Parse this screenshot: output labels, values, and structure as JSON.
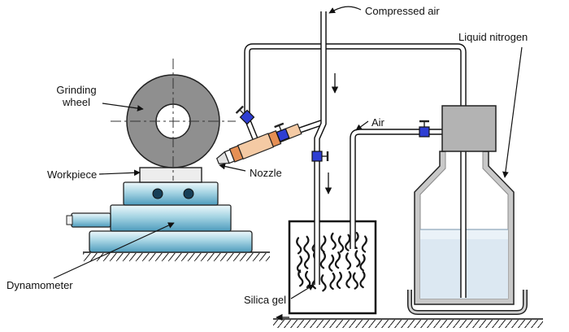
{
  "labels": {
    "compressed_air": "Compressed air",
    "liquid_nitrogen": "Liquid nitrogen",
    "grinding_wheel": {
      "line1": "Grinding",
      "line2": "wheel"
    },
    "workpiece": "Workpiece",
    "nozzle": "Nozzle",
    "dynamometer": "Dynamometer",
    "air": "Air",
    "silica_gel": "Silica gel"
  },
  "colors": {
    "grinding_wheel": "#8f8f8f",
    "nozzle_body": "#f4caa4",
    "nozzle_band": "#e58f54",
    "valve_blue": "#2e3ed2",
    "dynamometer_light": "#eef8fb",
    "dynamometer_mid": "#a6d4e3",
    "dynamometer_dark": "#4e9cbd",
    "liquid_nitrogen_fill": "#dce8f2",
    "dewar_wall": "#c9c9c9",
    "dewar_cap": "#b3b3b3"
  }
}
